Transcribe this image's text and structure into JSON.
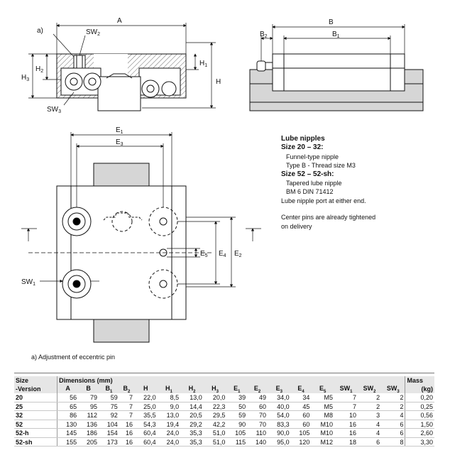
{
  "drawing": {
    "labels": {
      "a": "A",
      "a_note": "a)",
      "sw2": "SW",
      "sw2_sub": "2",
      "h1": "H",
      "h1_sub": "1",
      "h2": "H",
      "h2_sub": "2",
      "h3": "H",
      "h3_sub": "3",
      "h": "H",
      "sw3": "SW",
      "sw3_sub": "3",
      "b": "B",
      "b1": "B",
      "b1_sub": "1",
      "b2": "B",
      "b2_sub": "2",
      "e1": "E",
      "e1_sub": "1",
      "e3": "E",
      "e3_sub": "3",
      "e2": "E",
      "e2_sub": "2",
      "e4": "E",
      "e4_sub": "4",
      "e5": "E",
      "e5_sub": "5",
      "sw1": "SW",
      "sw1_sub": "1"
    }
  },
  "notes": {
    "title": "Lube nipples",
    "group1": "Size 20 – 32:",
    "line1": "Funnel-type nipple",
    "line2": "Type B - Thread size M3",
    "group2": "Size 52 – 52-sh:",
    "line3": "Tapered lube nipple",
    "line4": "BM 6 DIN 71412",
    "line5": "Lube nipple port at either end.",
    "line6": "Center pins are already tightened",
    "line7": "on delivery"
  },
  "footnote": "a) Adjustment of eccentric pin",
  "table": {
    "size_label": "Size",
    "version_label": "-Version",
    "dims_label": "Dimensions (mm)",
    "mass_label": "Mass",
    "mass_unit": "(kg)",
    "columns": [
      {
        "t": "A",
        "s": ""
      },
      {
        "t": "B",
        "s": ""
      },
      {
        "t": "B",
        "s": "1"
      },
      {
        "t": "B",
        "s": "2"
      },
      {
        "t": "H",
        "s": ""
      },
      {
        "t": "H",
        "s": "1"
      },
      {
        "t": "H",
        "s": "2"
      },
      {
        "t": "H",
        "s": "3"
      },
      {
        "t": "E",
        "s": "1"
      },
      {
        "t": "E",
        "s": "2"
      },
      {
        "t": "E",
        "s": "3"
      },
      {
        "t": "E",
        "s": "4"
      },
      {
        "t": "E",
        "s": "5"
      },
      {
        "t": "SW",
        "s": "1"
      },
      {
        "t": "SW",
        "s": "2"
      },
      {
        "t": "SW",
        "s": "3"
      }
    ],
    "rows": [
      [
        "20",
        "56",
        "79",
        "59",
        "7",
        "22,0",
        "8,5",
        "13,0",
        "20,0",
        "39",
        "49",
        "34,0",
        "34",
        "M5",
        "7",
        "2",
        "2",
        "0,20"
      ],
      [
        "25",
        "65",
        "95",
        "75",
        "7",
        "25,0",
        "9,0",
        "14,4",
        "22,3",
        "50",
        "60",
        "40,0",
        "45",
        "M5",
        "7",
        "2",
        "2",
        "0,25"
      ],
      [
        "32",
        "86",
        "112",
        "92",
        "7",
        "35,5",
        "13,0",
        "20,5",
        "29,5",
        "59",
        "70",
        "54,0",
        "60",
        "M8",
        "10",
        "3",
        "4",
        "0,56"
      ],
      [
        "52",
        "130",
        "136",
        "104",
        "16",
        "54,3",
        "19,4",
        "29,2",
        "42,2",
        "90",
        "70",
        "83,3",
        "60",
        "M10",
        "16",
        "4",
        "6",
        "1,50"
      ],
      [
        "52-h",
        "145",
        "186",
        "154",
        "16",
        "60,4",
        "24,0",
        "35,3",
        "51,0",
        "105",
        "110",
        "90,0",
        "105",
        "M10",
        "16",
        "4",
        "6",
        "2,60"
      ],
      [
        "52-sh",
        "155",
        "205",
        "173",
        "16",
        "60,4",
        "24,0",
        "35,3",
        "51,0",
        "115",
        "140",
        "95,0",
        "120",
        "M12",
        "18",
        "6",
        "8",
        "3,30"
      ]
    ]
  }
}
